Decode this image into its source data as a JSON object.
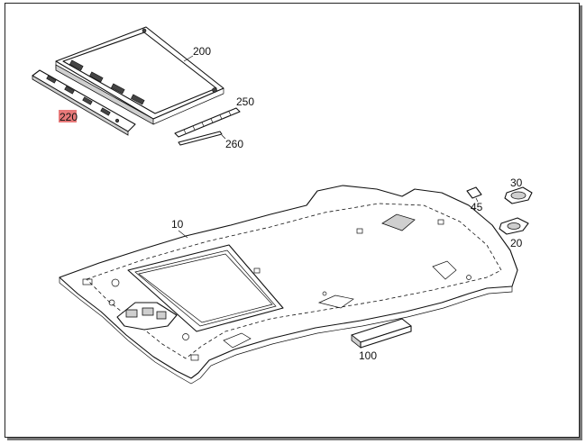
{
  "labels": {
    "p200": "200",
    "p220": "220",
    "p250": "250",
    "p260": "260",
    "p10": "10",
    "p30": "30",
    "p45": "45",
    "p20": "20",
    "p100": "100"
  },
  "colors": {
    "highlight": "#e87a7a",
    "line": "#111111"
  }
}
